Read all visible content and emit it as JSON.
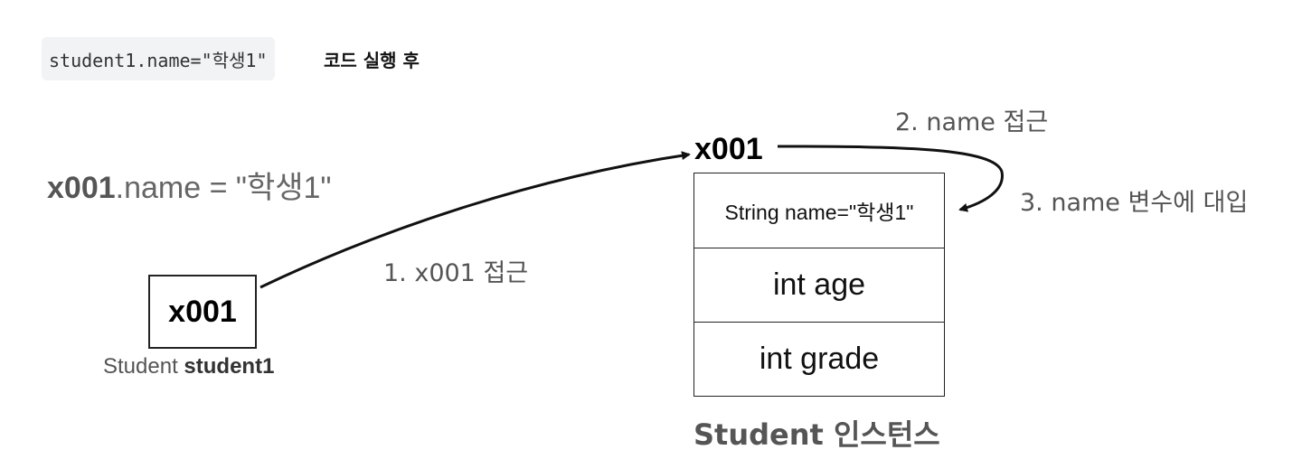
{
  "header": {
    "code": "student1.name=\"학생1\"",
    "caption": "코드 실행 후"
  },
  "expression": {
    "address": "x001",
    "rest": ".name = \"학생1\""
  },
  "reference": {
    "value": "x001",
    "type": "Student",
    "variable": "student1"
  },
  "instance": {
    "address": "x001",
    "fields": [
      "String name=\"학생1\"",
      "int age",
      "int grade"
    ],
    "label": "Student 인스턴스"
  },
  "steps": [
    "1. x001 접근",
    "2. name 접근",
    "3. name 변수에 대입"
  ]
}
